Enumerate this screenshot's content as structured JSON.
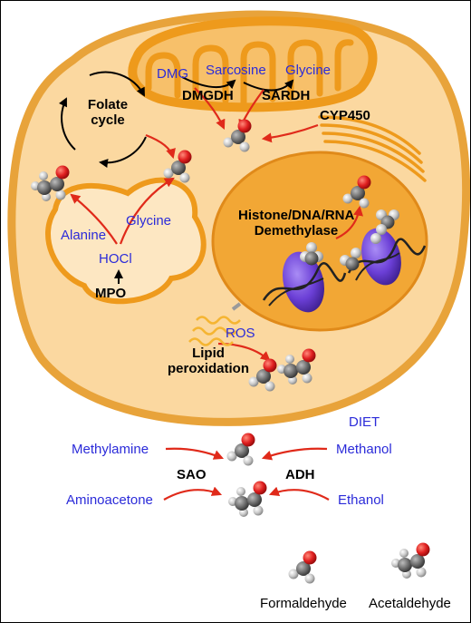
{
  "labels": {
    "dmg": "DMG",
    "sarcosine": "Sarcosine",
    "glycine_mito": "Glycine",
    "dmgdh": "DMGDH",
    "sardh": "SARDH",
    "cyp450": "CYP450",
    "folate_cycle": "Folate\ncycle",
    "alanine": "Alanine",
    "glycine_vesicle": "Glycine",
    "hocl": "HOCl",
    "mpo": "MPO",
    "demethylase": "Histone/DNA/RNA\nDemethylase",
    "ros": "ROS",
    "lipid_peroxidation": "Lipid\nperoxidation",
    "diet": "DIET",
    "methylamine": "Methylamine",
    "methanol": "Methanol",
    "sao": "SAO",
    "adh": "ADH",
    "aminoacetone": "Aminoacetone",
    "ethanol": "Ethanol"
  },
  "legend": {
    "formaldehyde": "Formaldehyde",
    "acetaldehyde": "Acetaldehyde"
  },
  "colors": {
    "cell_fill": "#fbd8a0",
    "cell_outline": "#e8a33a",
    "nucleus_fill": "#f2a735",
    "mitochondrion": "#ee9a1c",
    "label_blue": "#2b2bd9",
    "arrow_red": "#e02a1a",
    "oxygen_red": "#e02020",
    "carbon_gray": "#7a7a7a",
    "hydrogen_gray": "#c8c8c8",
    "histone_purple": "#6b3fd6"
  }
}
